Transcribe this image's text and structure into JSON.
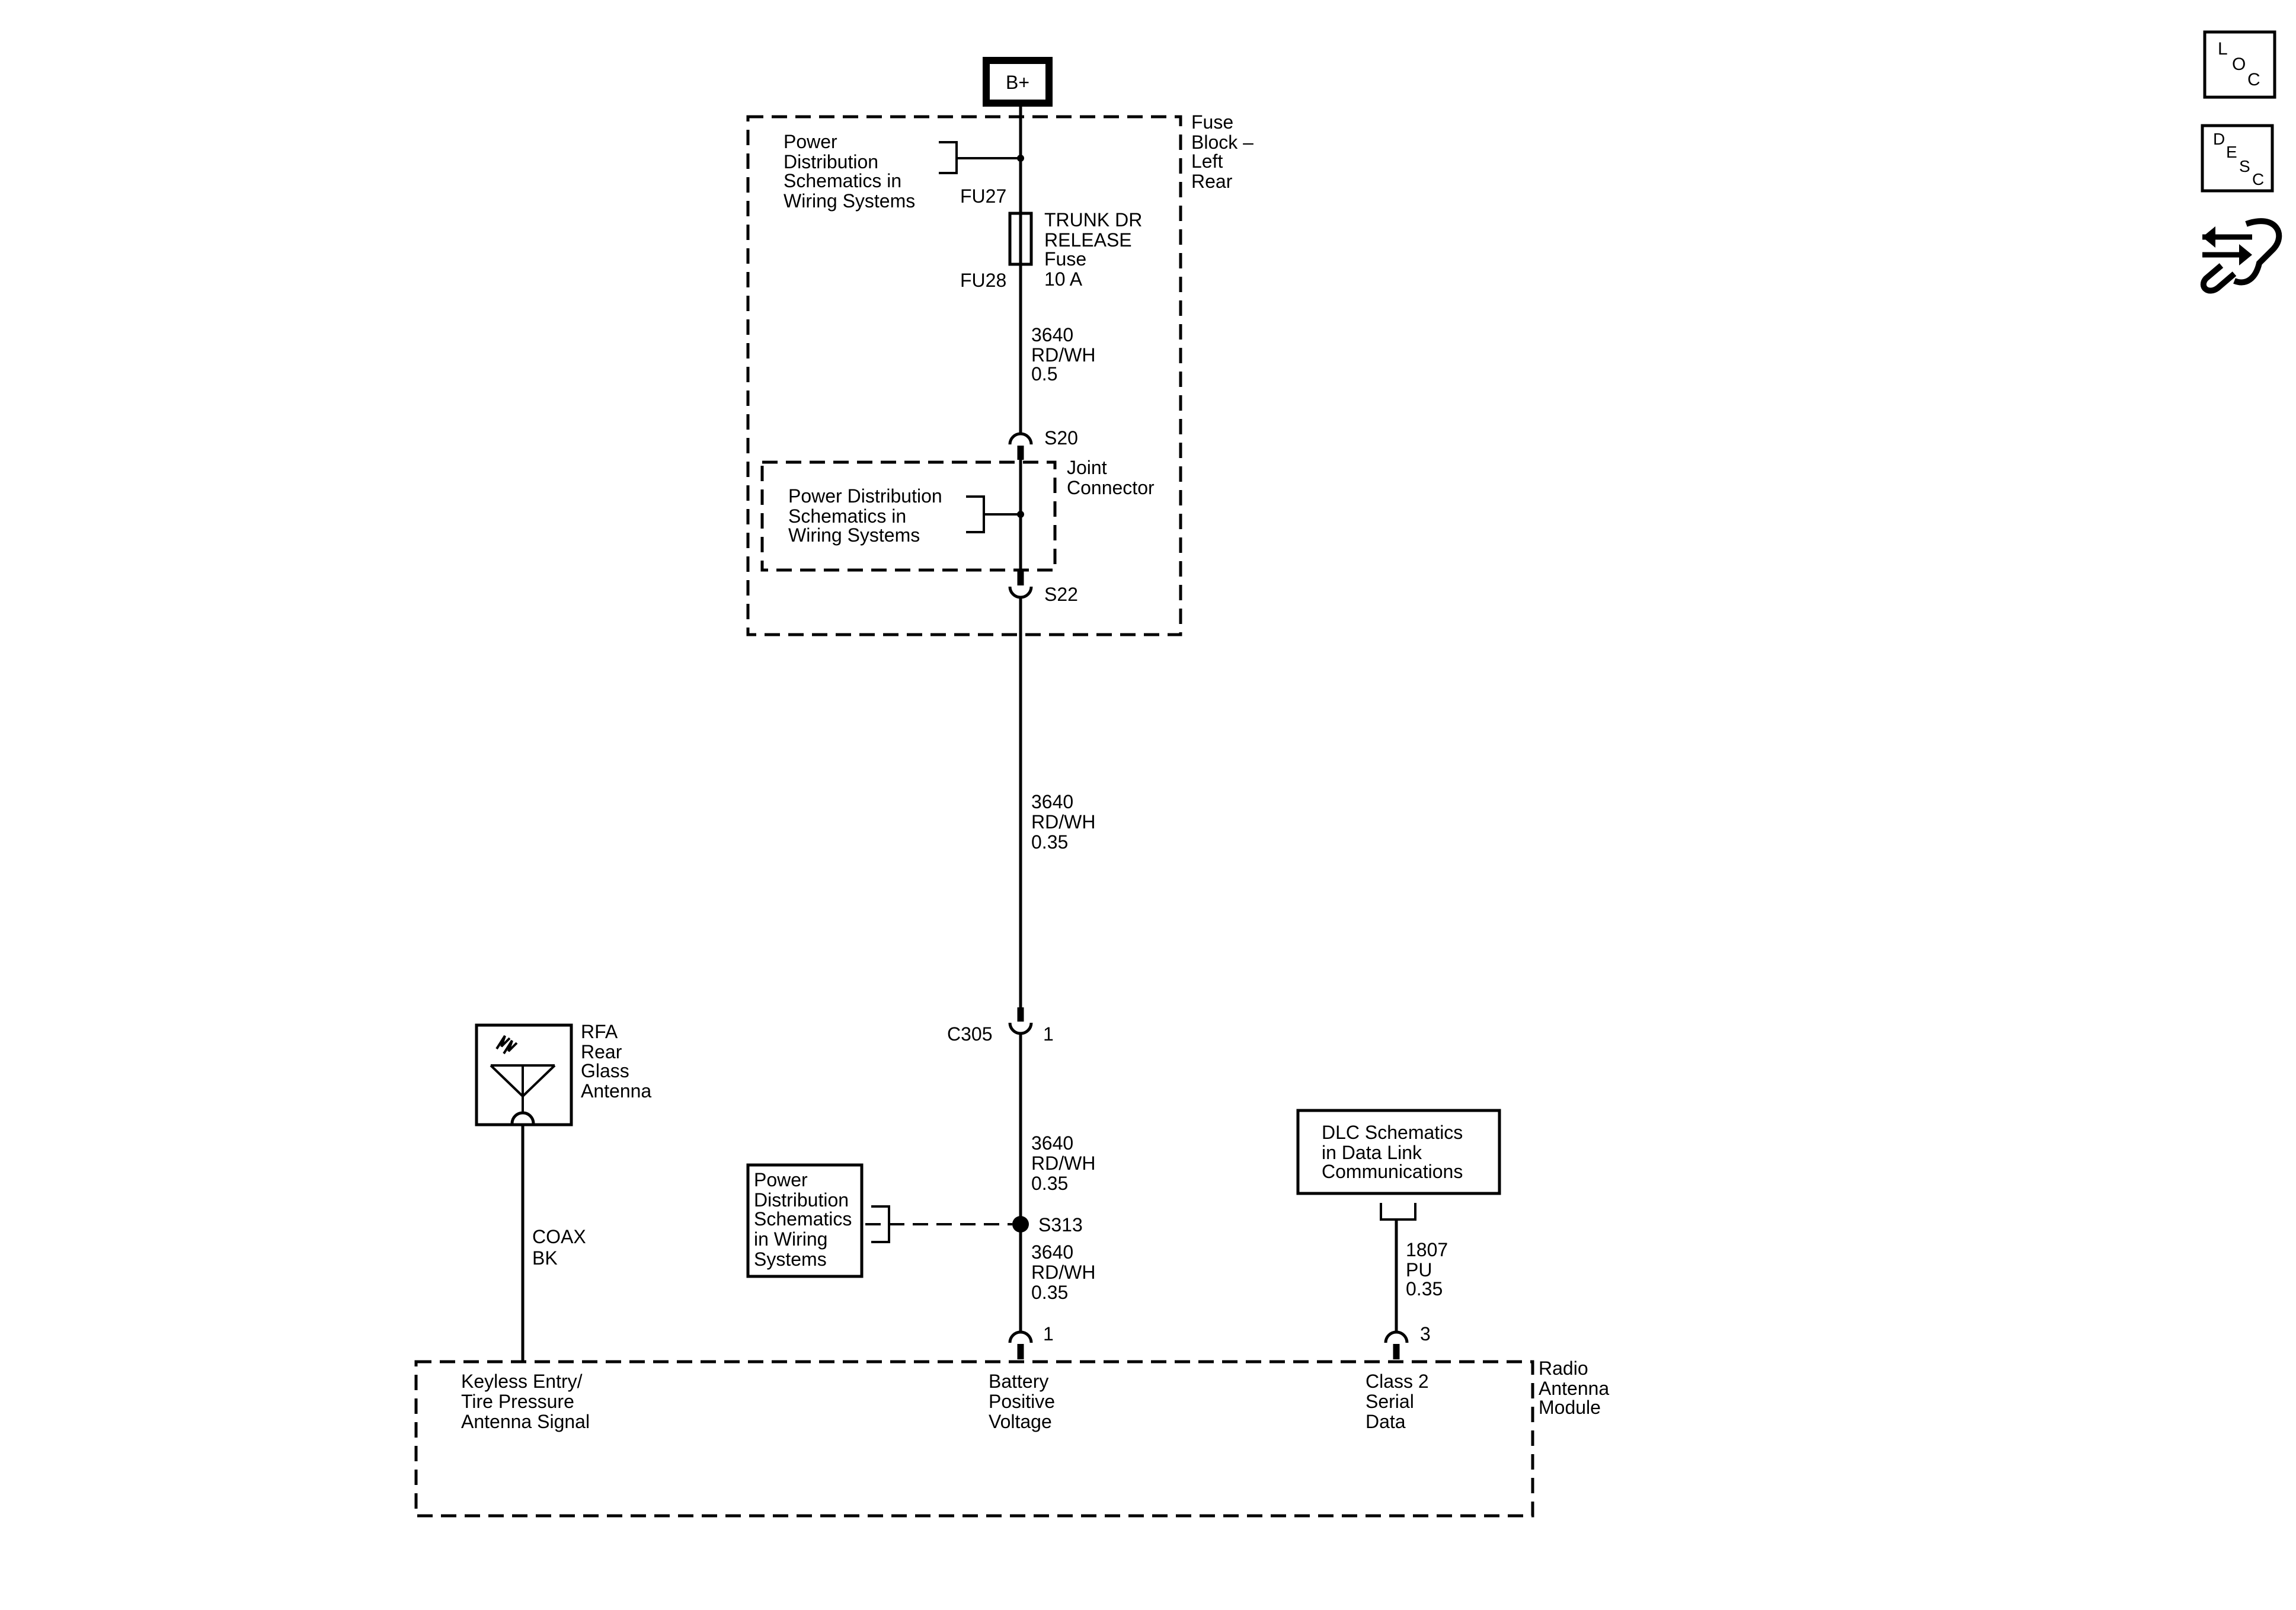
{
  "supply": {
    "label": "B+"
  },
  "fuse_block": {
    "name_lines": [
      "Fuse",
      "Block –",
      "Left",
      "Rear"
    ],
    "ref_top": [
      "Power",
      "Distribution",
      "Schematics in",
      "Wiring Systems"
    ],
    "fuse_in_pin": "FU27",
    "fuse_out_pin": "FU28",
    "fuse_lines": [
      "TRUNK DR",
      "RELEASE",
      "Fuse",
      "10 A"
    ],
    "wire_1": [
      "3640",
      "RD/WH",
      "0.5"
    ],
    "splice_in": "S20",
    "splice_out": "S22",
    "joint_connector": [
      "Joint",
      "Connector"
    ],
    "joint_ref": [
      "Power Distribution",
      "Schematics in",
      "Wiring Systems"
    ]
  },
  "harness": {
    "wire_2": [
      "3640",
      "RD/WH",
      "0.35"
    ],
    "connector": "C305",
    "connector_pin": "1",
    "wire_3": [
      "3640",
      "RD/WH",
      "0.35"
    ],
    "splice": "S313",
    "wire_4": [
      "3640",
      "RD/WH",
      "0.35"
    ],
    "splice_ref": [
      "Power",
      "Distribution",
      "Schematics",
      "in Wiring",
      "Systems"
    ]
  },
  "antenna": {
    "name_lines": [
      "RFA",
      "Rear",
      "Glass",
      "Antenna"
    ],
    "cable": [
      "COAX",
      "BK"
    ]
  },
  "dlc": {
    "ref_lines": [
      "DLC Schematics",
      "in Data Link",
      "Communications"
    ],
    "wire": [
      "1807",
      "PU",
      "0.35"
    ],
    "pin": "3"
  },
  "module": {
    "name_lines": [
      "Radio",
      "Antenna",
      "Module"
    ],
    "battery_pin": "1",
    "circuits": {
      "keyless": [
        "Keyless Entry/",
        "Tire Pressure",
        "Antenna Signal"
      ],
      "battery": [
        "Battery",
        "Positive",
        "Voltage"
      ],
      "serial": [
        "Class 2",
        "Serial",
        "Data"
      ]
    }
  },
  "nav": {
    "loc": [
      "L",
      "O",
      "C"
    ],
    "desc": [
      "D",
      "E",
      "S",
      "C"
    ]
  }
}
